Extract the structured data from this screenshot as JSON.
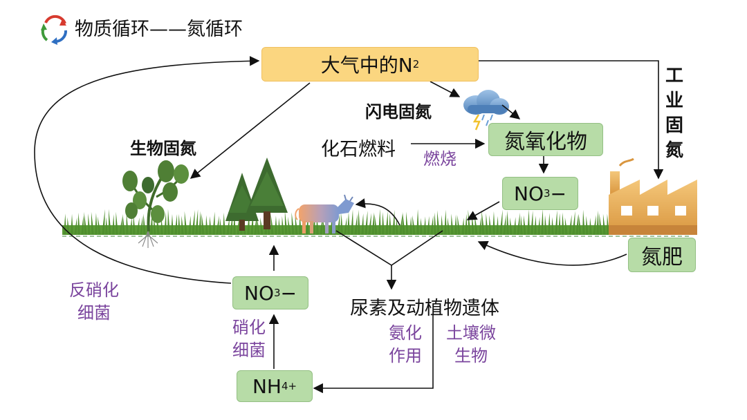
{
  "header": {
    "title": "物质循环——氮循环",
    "icon": "cycle-arrows-icon"
  },
  "nodes": {
    "atmosphere": {
      "prefix": "大气中的N",
      "sub": "2"
    },
    "nitrogen_oxide": "氮氧化物",
    "nitrate_top": {
      "prefix": "NO",
      "sub": "3",
      "suffix": "−"
    },
    "fertilizer": "氮肥",
    "nitrate_bottom": {
      "prefix": "NO",
      "sub": "3",
      "suffix": "−"
    },
    "ammonium": {
      "prefix": "NH",
      "sub": "4",
      "sup": "+"
    },
    "remains": "尿素及动植物遗体",
    "fossil_fuel": "化石燃料"
  },
  "labels": {
    "biological_fixation": "生物固氮",
    "lightning_fixation": "闪电固氮",
    "combustion": "燃烧",
    "industrial_fixation": [
      "工",
      "业",
      "固",
      "氮"
    ],
    "denitrifying": [
      "反硝化",
      "细菌"
    ],
    "nitrifying": [
      "硝化",
      "细菌"
    ],
    "ammonification": [
      "氨化",
      "作用"
    ],
    "soil_microbes": [
      "土壤微",
      "生物"
    ]
  },
  "colors": {
    "box_green": "#b7dca7",
    "atmosphere_box": "#fbd680",
    "purple_text": "#7a449d",
    "grass": "#4f8f2e",
    "tree": "#3d6b2f",
    "factory": "#e9b260"
  }
}
